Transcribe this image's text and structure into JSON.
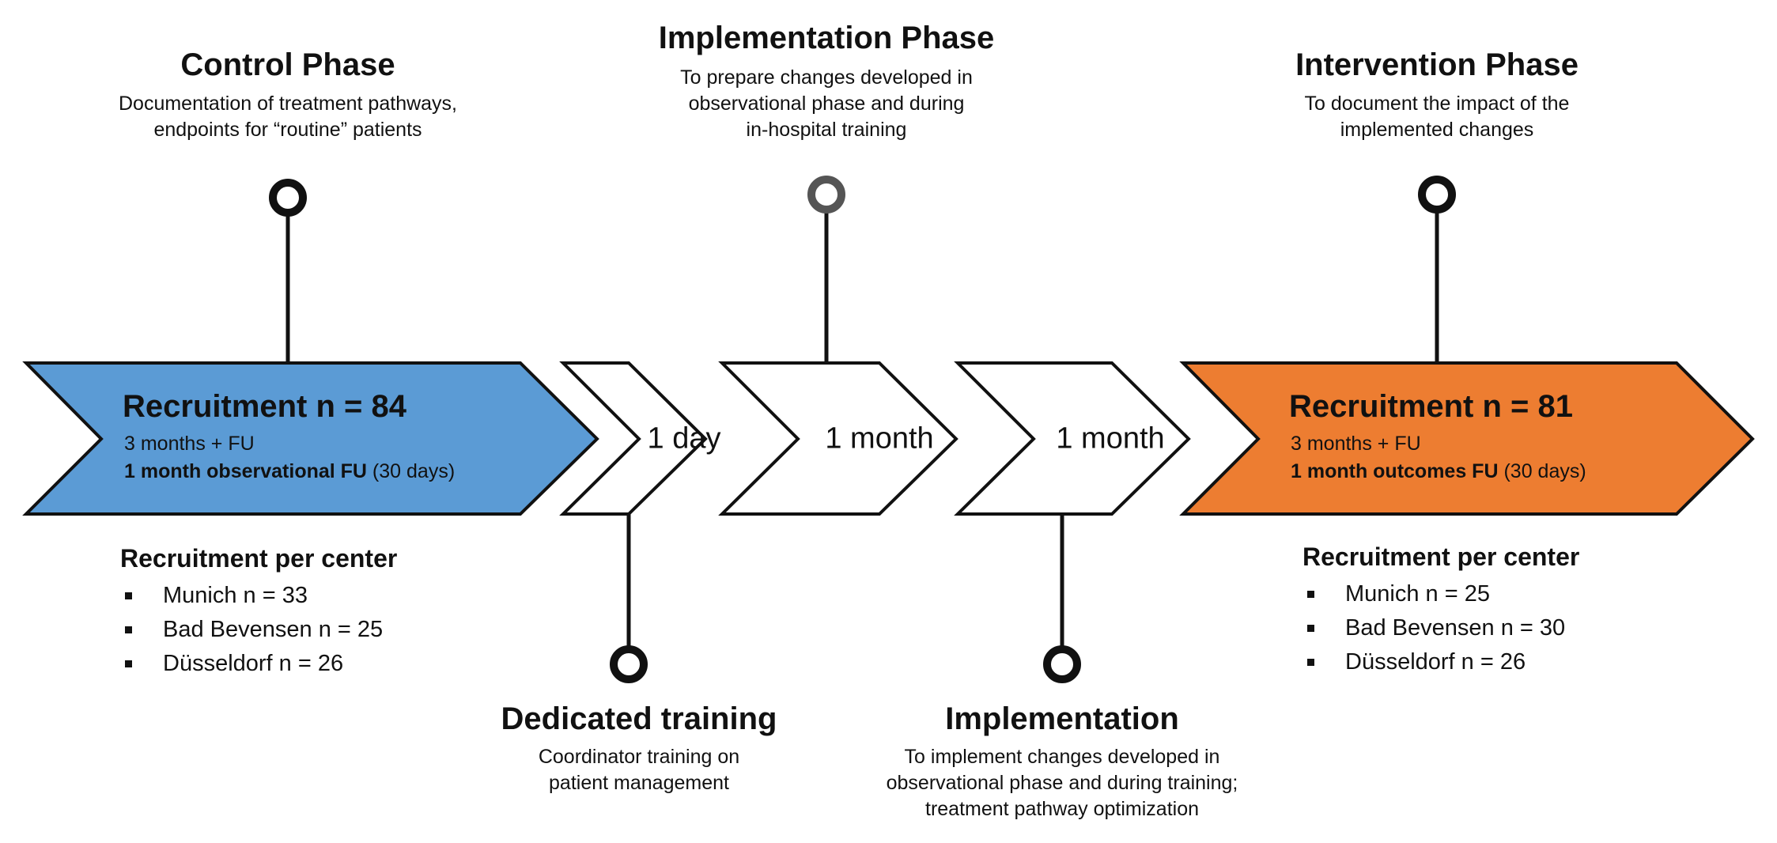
{
  "colors": {
    "blue": "#5b9bd5",
    "orange": "#ed7d31",
    "stroke": "#111111",
    "pin_mid": "#555555"
  },
  "control": {
    "title": "Control Phase",
    "desc": [
      "Documentation of treatment pathways,",
      "endpoints for “routine” patients"
    ],
    "recruitment": "Recruitment n = 84",
    "line1": "3 months + FU",
    "line2_bold": "1 month observational FU",
    "line2_rest": " (30 days)",
    "centers_title": "Recruitment per center",
    "centers": [
      "Munich n = 33",
      "Bad Bevensen n = 25",
      "Düsseldorf n = 26"
    ]
  },
  "training": {
    "duration": "1 day",
    "title": "Dedicated training",
    "desc": [
      "Coordinator training on",
      "patient management"
    ]
  },
  "implementation_phase": {
    "duration": "1 month",
    "title": "Implementation Phase",
    "desc": [
      "To prepare changes developed in",
      "observational phase and during",
      "in-hospital training"
    ]
  },
  "implementation": {
    "duration": "1 month",
    "title": "Implementation",
    "desc": [
      "To implement changes developed in",
      "observational phase and during training;",
      "treatment pathway optimization"
    ]
  },
  "intervention": {
    "title": "Intervention Phase",
    "desc": [
      "To document the impact of the",
      "implemented changes"
    ],
    "recruitment": "Recruitment n = 81",
    "line1": "3 months + FU",
    "line2_bold": "1 month outcomes FU",
    "line2_rest": " (30 days)",
    "centers_title": "Recruitment per center",
    "centers": [
      "Munich n = 25",
      "Bad Bevensen n = 30",
      "Düsseldorf n = 26"
    ]
  }
}
